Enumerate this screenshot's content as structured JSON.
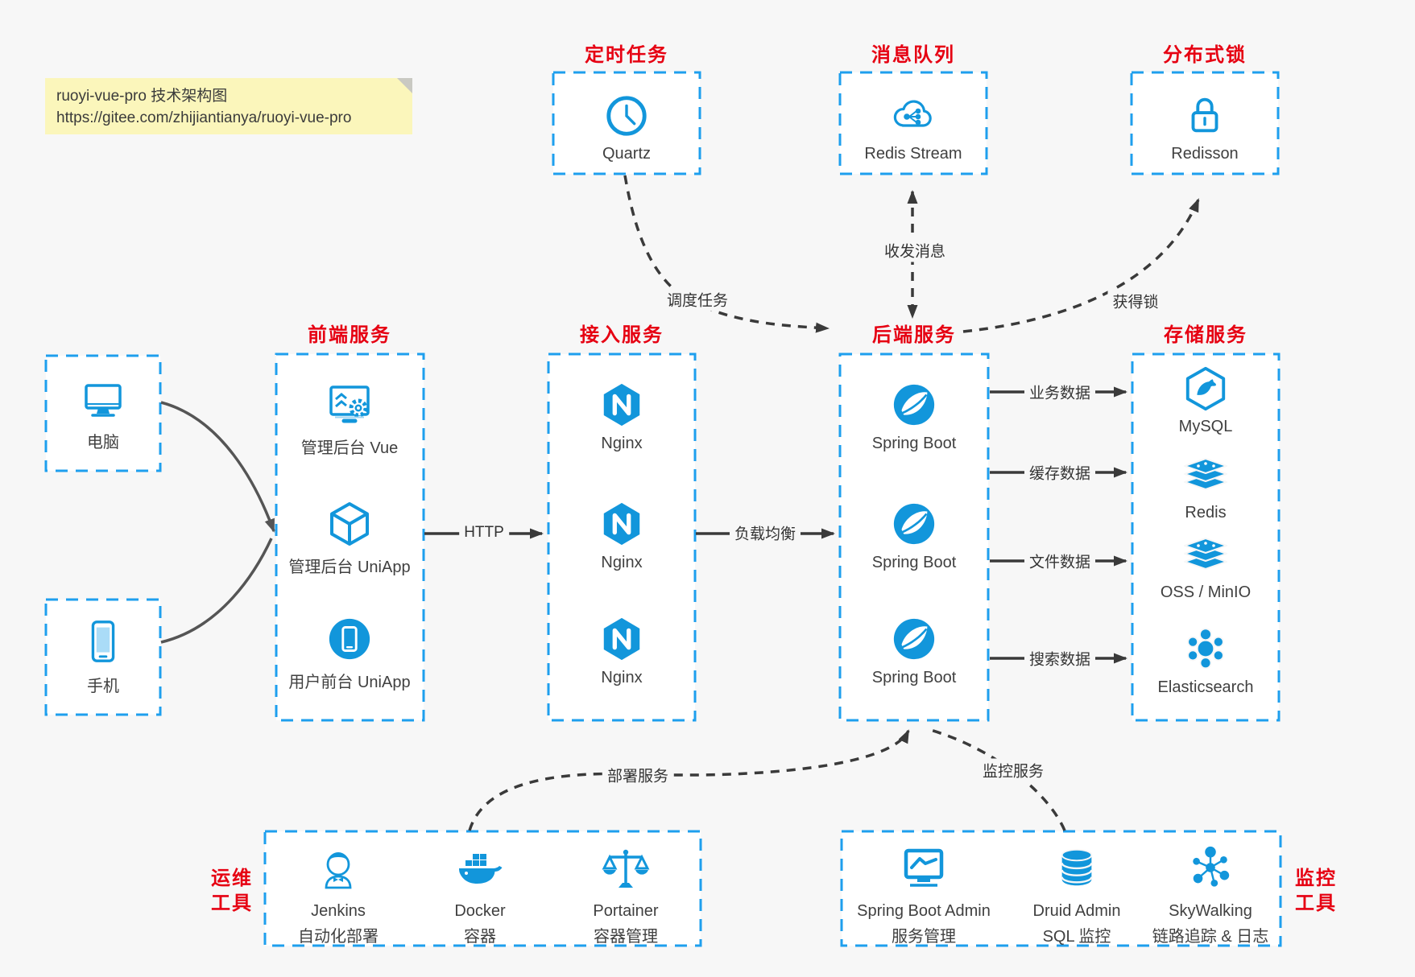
{
  "note": {
    "line1": "ruoyi-vue-pro 技术架构图",
    "line2": "https://gitee.com/zhijiantianya/ruoyi-vue-pro"
  },
  "top_boxes": [
    {
      "title": "定时任务",
      "label": "Quartz",
      "icon": "clock-icon"
    },
    {
      "title": "消息队列",
      "label": "Redis Stream",
      "icon": "cloud-share-icon"
    },
    {
      "title": "分布式锁",
      "label": "Redisson",
      "icon": "lock-icon"
    }
  ],
  "clients": [
    {
      "label": "电脑",
      "icon": "desktop-icon"
    },
    {
      "label": "手机",
      "icon": "smartphone-icon"
    }
  ],
  "columns": [
    {
      "title": "前端服务",
      "items": [
        {
          "label": "管理后台 Vue",
          "icon": "admin-vue-icon"
        },
        {
          "label": "管理后台 UniApp",
          "icon": "cube-icon"
        },
        {
          "label": "用户前台 UniApp",
          "icon": "user-app-icon"
        }
      ]
    },
    {
      "title": "接入服务",
      "items": [
        {
          "label": "Nginx",
          "icon": "nginx-icon"
        },
        {
          "label": "Nginx",
          "icon": "nginx-icon"
        },
        {
          "label": "Nginx",
          "icon": "nginx-icon"
        }
      ]
    },
    {
      "title": "后端服务",
      "items": [
        {
          "label": "Spring Boot",
          "icon": "spring-icon"
        },
        {
          "label": "Spring Boot",
          "icon": "spring-icon"
        },
        {
          "label": "Spring Boot",
          "icon": "spring-icon"
        }
      ]
    },
    {
      "title": "存储服务",
      "items": [
        {
          "label": "MySQL",
          "icon": "mysql-icon"
        },
        {
          "label": "Redis",
          "icon": "stack-icon"
        },
        {
          "label": "OSS / MinIO",
          "icon": "stack-icon"
        },
        {
          "label": "Elasticsearch",
          "icon": "elasticsearch-icon"
        }
      ]
    }
  ],
  "edges": {
    "http": "HTTP",
    "load_balance": "负载均衡",
    "schedule": "调度任务",
    "messaging": "收发消息",
    "lock": "获得锁",
    "deploy": "部署服务",
    "monitor": "监控服务",
    "data_flows": [
      "业务数据",
      "缓存数据",
      "文件数据",
      "搜索数据"
    ]
  },
  "tool_groups": [
    {
      "side_label": [
        "运维",
        "工具"
      ],
      "items": [
        {
          "name": "Jenkins",
          "desc": "自动化部署",
          "icon": "jenkins-icon"
        },
        {
          "name": "Docker",
          "desc": "容器",
          "icon": "docker-icon"
        },
        {
          "name": "Portainer",
          "desc": "容器管理",
          "icon": "portainer-icon"
        }
      ]
    },
    {
      "side_label": [
        "监控",
        "工具"
      ],
      "items": [
        {
          "name": "Spring Boot Admin",
          "desc": "服务管理",
          "icon": "chart-monitor-icon"
        },
        {
          "name": "Druid Admin",
          "desc": "SQL 监控",
          "icon": "database-icon"
        },
        {
          "name": "SkyWalking",
          "desc": "链路追踪 & 日志",
          "icon": "topology-icon"
        }
      ]
    }
  ],
  "colors": {
    "background": "#f7f7f7",
    "box_border_blue": "#1e9fee",
    "icon_blue": "#1296db",
    "title_red": "#e60012",
    "line_dark": "#3a3a3a",
    "note_yellow": "#fbf6bb"
  }
}
